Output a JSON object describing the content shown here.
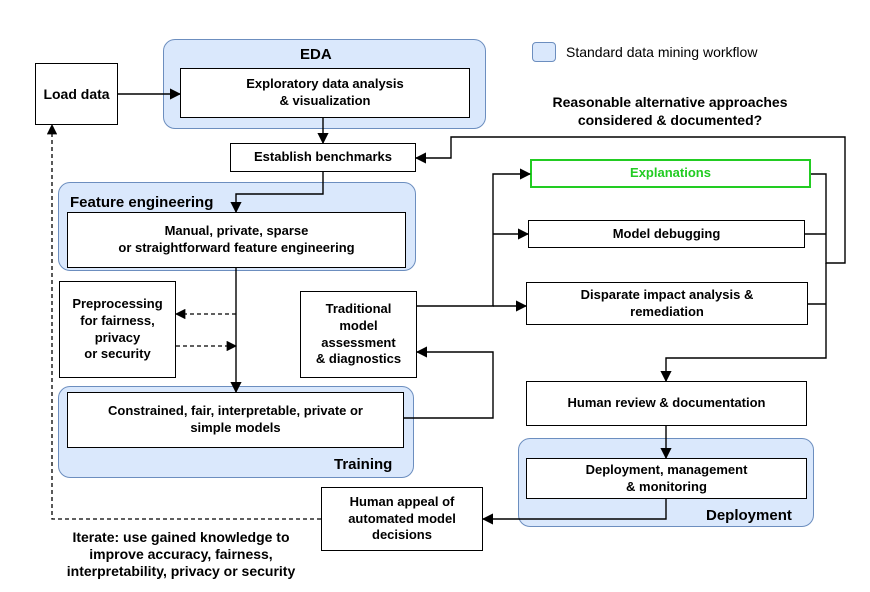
{
  "legend": {
    "label": "Standard data mining workflow",
    "swatch_color": "#dae8fc",
    "swatch_border": "#6c8ebf"
  },
  "groups": {
    "eda": "EDA",
    "feature_engineering": "Feature engineering",
    "training": "Training",
    "deployment": "Deployment"
  },
  "boxes": {
    "load_data": "Load data",
    "exploratory": "Exploratory data analysis\n& visualization",
    "benchmarks": "Establish benchmarks",
    "feature_eng": "Manual, private, sparse\nor straightforward feature engineering",
    "preprocessing": "Preprocessing\nfor fairness,\nprivacy\nor security",
    "constrained": "Constrained, fair, interpretable, private or\nsimple models",
    "traditional": "Traditional\nmodel\nassessment\n& diagnostics",
    "explanations": "Explanations",
    "model_debugging": "Model debugging",
    "disparate": "Disparate impact analysis &\nremediation",
    "human_review": "Human review & documentation",
    "deployment_mgmt": "Deployment, management\n& monitoring",
    "human_appeal": "Human appeal of\nautomated model\ndecisions"
  },
  "texts": {
    "alternatives": "Reasonable alternative approaches\nconsidered & documented?",
    "iterate": "Iterate: use gained knowledge to\nimprove accuracy, fairness,\ninterpretability, privacy or security"
  },
  "colors": {
    "group_fill": "#dae8fc",
    "group_border": "#6c8ebf",
    "highlight": "#22cc22"
  }
}
